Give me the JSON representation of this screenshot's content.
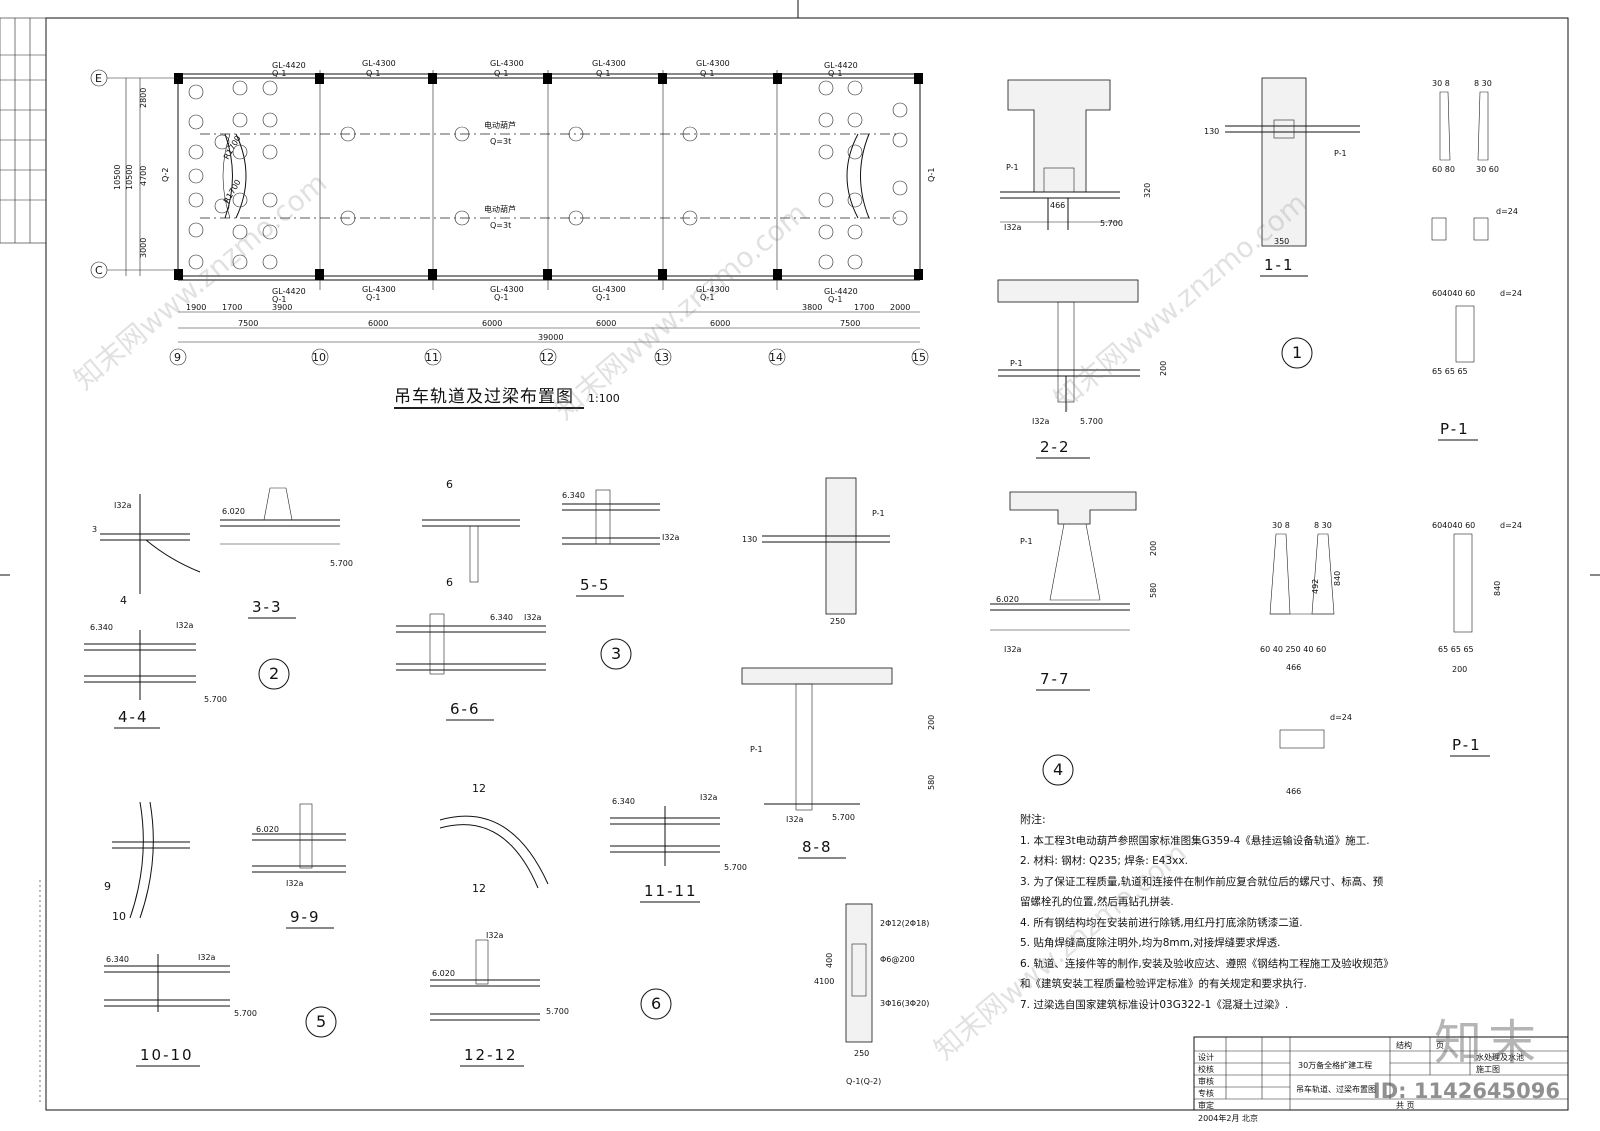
{
  "main_drawing": {
    "title": "吊车轨道及过梁布置图",
    "scale": "1:100",
    "axes_bottom": [
      "9",
      "10",
      "11",
      "12",
      "13",
      "14",
      "15"
    ],
    "axes_left": [
      "E",
      "C"
    ],
    "top_beams": [
      "GL-4420",
      "GL-4300",
      "GL-4300",
      "GL-4300",
      "GL-4300",
      "GL-4420"
    ],
    "beam_sub": "Q-1",
    "bottom_beams": [
      "GL-4420",
      "GL-4300",
      "GL-4300",
      "GL-4300",
      "GL-4300",
      "GL-4420"
    ],
    "bays": [
      "7500",
      "6000",
      "6000",
      "6000",
      "6000",
      "7500"
    ],
    "total": "39000",
    "sub_dims_left": [
      "1900",
      "1700",
      "3900"
    ],
    "sub_dims_right": [
      "3800",
      "1700",
      "2000"
    ],
    "left_dims": [
      "2800",
      "4700",
      "3000"
    ],
    "left_total": [
      "10500",
      "10500"
    ],
    "hoist_label": "电动葫芦",
    "hoist_capacity": "Q=3t",
    "side_left": "Q-2",
    "side_right": "Q-1",
    "radius1": "R1700",
    "radius2": "R1700"
  },
  "sections": {
    "s1_1": "1-1",
    "s2_2": "2-2",
    "s3_3": "3-3",
    "s4_4": "4-4",
    "s5_5": "5-5",
    "s6_6": "6-6",
    "s7_7": "7-7",
    "s8_8": "8-8",
    "s9_9": "9-9",
    "s10_10": "10-10",
    "s11_11": "11-11",
    "s12_12": "12-12",
    "p1": "P-1",
    "q1": "Q-1(Q-2)"
  },
  "details": [
    "1",
    "2",
    "3",
    "4",
    "5",
    "6"
  ],
  "section_labels": {
    "i32a": "I32a",
    "p_1": "P-1",
    "d24": "d=24",
    "elev1": "6.340",
    "elev2": "6.020",
    "elev3": "5.700",
    "dim_130": "130",
    "dim_350": "350",
    "dim_466": "466",
    "dim_200": "200",
    "dim_320": "320",
    "dim_580": "580",
    "dim_840": "840",
    "dim_250": "250",
    "dim_400": "400",
    "dim_4100": "4100",
    "rebar1": "2Φ12(2Φ18)",
    "rebar2": "Φ6@200",
    "rebar3": "3Φ16(3Φ20)",
    "p1_top1": "30 8",
    "p1_top2": "8 30",
    "p1_dim1": "60 80",
    "p1_dim2": "30 60",
    "p1_dim3": "604040 60",
    "p1_dim4": "65 65 65",
    "p1_dim5": "492",
    "p1_dim6": "60 40 250 40 60"
  },
  "notes": {
    "title": "附注:",
    "items": [
      "1. 本工程3t电动葫芦参照国家标准图集G359-4《悬挂运输设备轨道》施工.",
      "2. 材料: 钢材: Q235; 焊条: E43xx.",
      "3. 为了保证工程质量,轨道和连接件在制作前应复合就位后的螺尺寸、标高、预",
      "    留螺栓孔的位置,然后再钻孔拼装.",
      "4. 所有钢结构均在安装前进行除锈,用红丹打底涂防锈漆二道.",
      "5. 贴角焊缝高度除注明外,均为8mm,对接焊缝要求焊透.",
      "6. 轨道、连接件等的制作,安装及验收应达、遵照《钢结构工程施工及验收规范》",
      "    和《建筑安装工程质量检验评定标准》的有关规定和要求执行.",
      "7. 过梁选自国家建筑标准设计03G322-1《混凝土过梁》."
    ]
  },
  "title_block": {
    "rows": [
      "设计",
      "校核",
      "审核",
      "专核",
      "审定"
    ],
    "project": "30万备全格扩建工程",
    "item1": "水处理及水池",
    "item2": "施工图",
    "sheet_title": "吊车轨道、过梁布置图",
    "date": "2004年2月 北京",
    "col1": "结构",
    "col2": "页",
    "col3": "共 页"
  },
  "watermark": {
    "text": "知末网www.znzmo.com",
    "logo": "知末",
    "id": "ID: 1142645096"
  }
}
